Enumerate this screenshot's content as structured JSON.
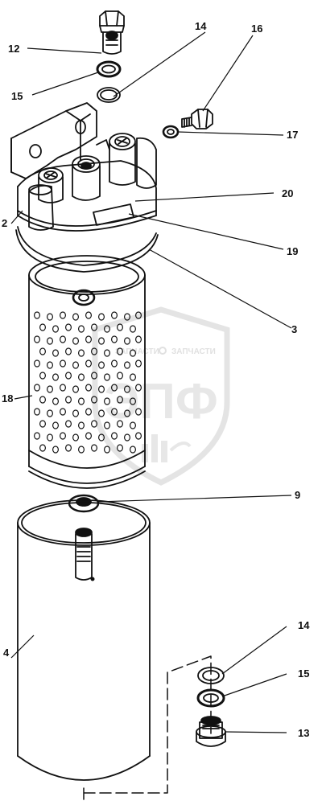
{
  "diagram": {
    "callouts": [
      {
        "id": "c12",
        "text": "12"
      },
      {
        "id": "c14a",
        "text": "14"
      },
      {
        "id": "c16",
        "text": "16"
      },
      {
        "id": "c15a",
        "text": "15"
      },
      {
        "id": "c17",
        "text": "17"
      },
      {
        "id": "c20",
        "text": "20"
      },
      {
        "id": "c2",
        "text": "2"
      },
      {
        "id": "c19",
        "text": "19"
      },
      {
        "id": "c3",
        "text": "3"
      },
      {
        "id": "c18",
        "text": "18"
      },
      {
        "id": "c9",
        "text": "9"
      },
      {
        "id": "c4",
        "text": "4"
      },
      {
        "id": "c14b",
        "text": "14"
      },
      {
        "id": "c15b",
        "text": "15"
      },
      {
        "id": "c13",
        "text": "13"
      }
    ],
    "watermark": {
      "top_text_left": "ЗАПЧАСТИ",
      "top_text_right": "ЗАПЧАСТИ",
      "logo_letters": "ЭПФ"
    },
    "colors": {
      "ink": "#111111",
      "watermark": "#d6d6d6"
    }
  }
}
